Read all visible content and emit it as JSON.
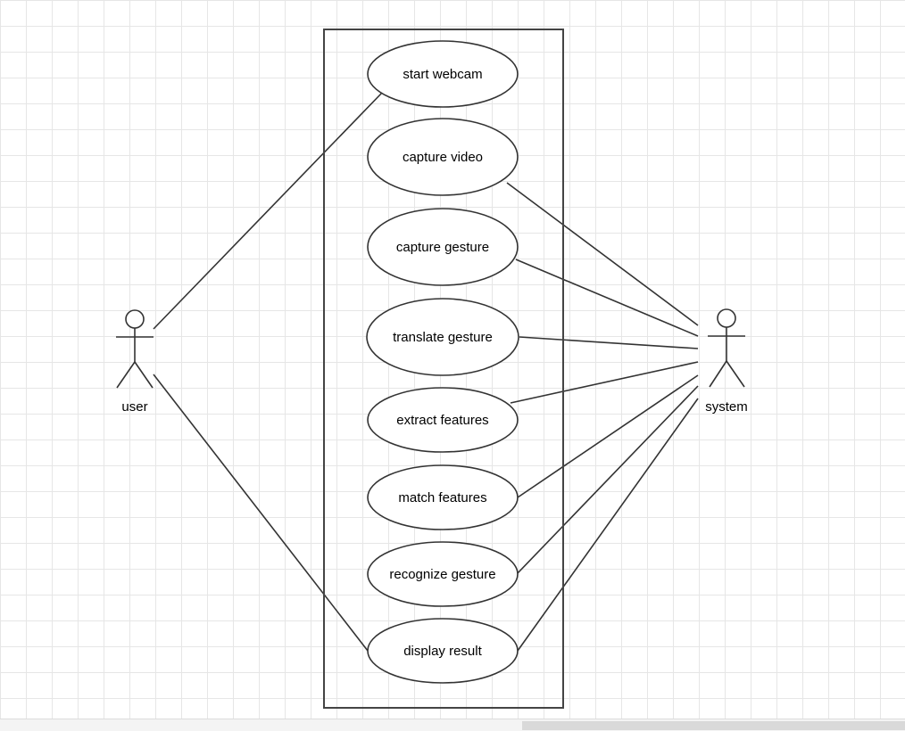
{
  "actors": {
    "user": {
      "label": "user"
    },
    "system": {
      "label": "system"
    }
  },
  "use_cases": [
    {
      "id": "start-webcam",
      "label": "start webcam"
    },
    {
      "id": "capture-video",
      "label": "capture video"
    },
    {
      "id": "capture-gesture",
      "label": "capture gesture"
    },
    {
      "id": "translate-gesture",
      "label": "translate gesture"
    },
    {
      "id": "extract-features",
      "label": "extract features"
    },
    {
      "id": "match-features",
      "label": "match features"
    },
    {
      "id": "recognize-gesture",
      "label": "recognize gesture"
    },
    {
      "id": "display-result",
      "label": "display result"
    }
  ],
  "associations": [
    {
      "actor": "user",
      "use_case": "start-webcam"
    },
    {
      "actor": "user",
      "use_case": "display-result"
    },
    {
      "actor": "system",
      "use_case": "capture-video"
    },
    {
      "actor": "system",
      "use_case": "capture-gesture"
    },
    {
      "actor": "system",
      "use_case": "translate-gesture"
    },
    {
      "actor": "system",
      "use_case": "extract-features"
    },
    {
      "actor": "system",
      "use_case": "match-features"
    },
    {
      "actor": "system",
      "use_case": "recognize-gesture"
    },
    {
      "actor": "system",
      "use_case": "display-result"
    }
  ],
  "colors": {
    "stroke": "#333333",
    "ellipse_fill": "#ffffff",
    "grid": "#e6e6e6"
  }
}
